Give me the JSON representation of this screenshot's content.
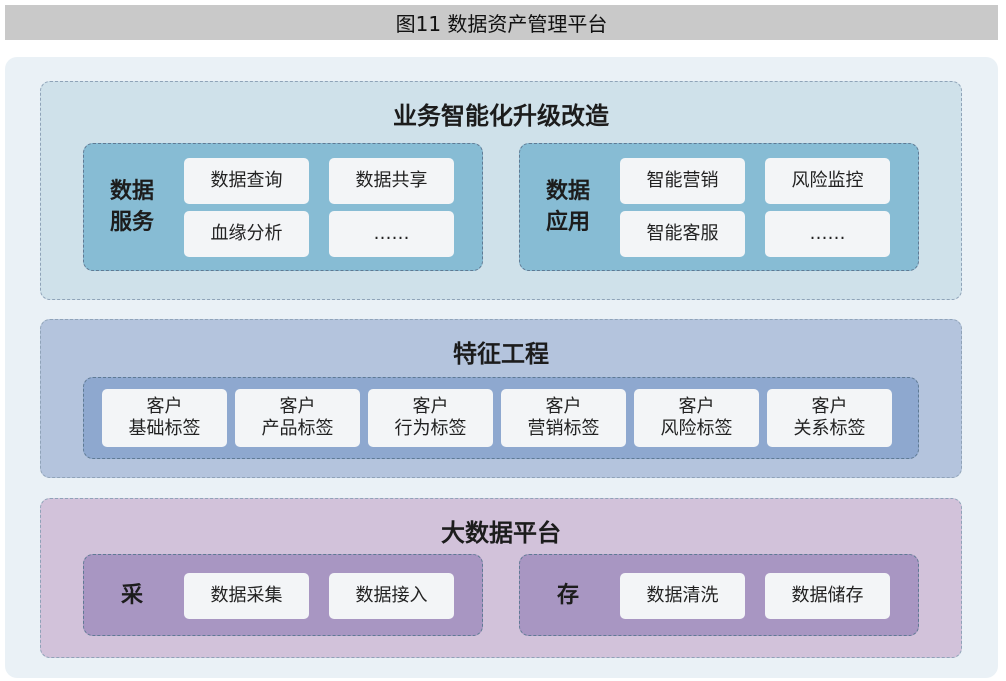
{
  "figure_title": "图11 数据资产管理平台",
  "layers": {
    "top": {
      "title": "业务智能化升级改造",
      "left_group": {
        "label_line1": "数据",
        "label_line2": "服务",
        "items": [
          "数据查询",
          "数据共享",
          "血缘分析",
          "……"
        ]
      },
      "right_group": {
        "label_line1": "数据",
        "label_line2": "应用",
        "items": [
          "智能营销",
          "风险监控",
          "智能客服",
          "……"
        ]
      }
    },
    "middle": {
      "title": "特征工程",
      "tags": [
        {
          "line1": "客户",
          "line2": "基础标签"
        },
        {
          "line1": "客户",
          "line2": "产品标签"
        },
        {
          "line1": "客户",
          "line2": "行为标签"
        },
        {
          "line1": "客户",
          "line2": "营销标签"
        },
        {
          "line1": "客户",
          "line2": "风险标签"
        },
        {
          "line1": "客户",
          "line2": "关系标签"
        }
      ]
    },
    "bottom": {
      "title": "大数据平台",
      "left_group": {
        "label": "采",
        "items": [
          "数据采集",
          "数据接入"
        ]
      },
      "right_group": {
        "label": "存",
        "items": [
          "数据清洗",
          "数据储存"
        ]
      }
    }
  }
}
